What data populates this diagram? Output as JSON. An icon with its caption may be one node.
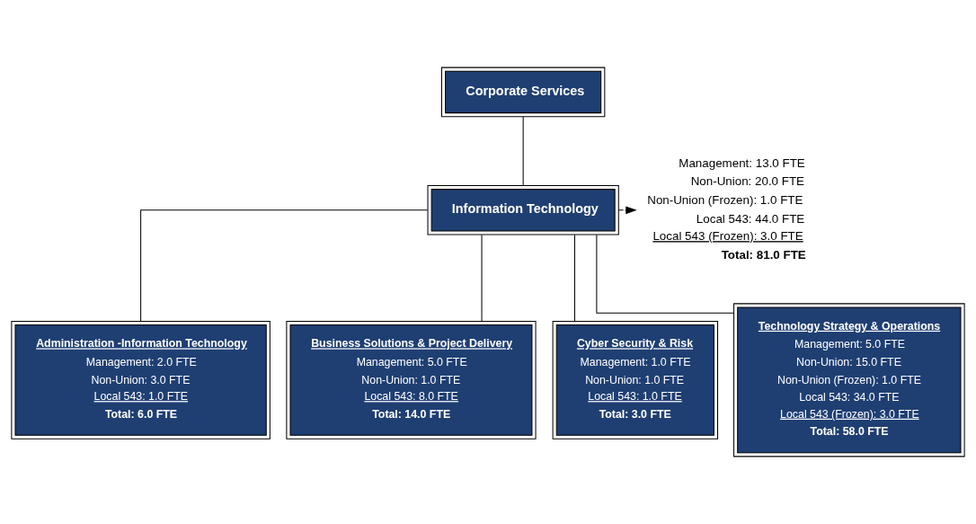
{
  "diagram": {
    "nodes": [
      {
        "text": [
          "Corporate Services"
        ]
      },
      {
        "text": [
          "Information Technology"
        ]
      },
      {
        "text": [
          "Management: 13.0 FTE",
          "Non-Union: 20.0 FTE",
          "Non-Union (Frozen): 1.0 FTE",
          "Local 543: 44.0 FTE",
          "Local 543 (Frozen): 3.0 FTE",
          "Total: 81.0 FTE"
        ]
      },
      {
        "text": [
          "Administration -Information Technology",
          "Management: 2.0 FTE",
          "Non-Union: 3.0 FTE",
          "Local 543: 1.0 FTE",
          "Total: 6.0 FTE"
        ]
      },
      {
        "text": [
          "Business Solutions & Project Delivery",
          "Management: 5.0 FTE",
          "Non-Union: 1.0 FTE",
          "Local 543: 8.0 FTE",
          "Total: 14.0 FTE"
        ]
      },
      {
        "text": [
          "Cyber Security & Risk",
          "Management: 1.0 FTE",
          "Non-Union: 1.0 FTE",
          "Local 543: 1.0 FTE",
          "Total: 3.0 FTE"
        ]
      },
      {
        "text": [
          "Technology Strategy & Operations",
          "Management: 5.0 FTE",
          "Non-Union: 15.0 FTE",
          "Non-Union (Frozen): 1.0 FTE",
          "Local 543: 34.0 FTE",
          "Local 543 (Frozen): 3.0 FTE",
          "Total: 58.0 FTE"
        ]
      }
    ],
    "edges": [
      {
        "from": 0,
        "to": 1,
        "arrow": "none"
      },
      {
        "from": 1,
        "to": 2,
        "arrow": "to",
        "style": "dashed"
      },
      {
        "from": 1,
        "to": 3,
        "arrow": "none"
      },
      {
        "from": 1,
        "to": 4,
        "arrow": "none"
      },
      {
        "from": 1,
        "to": 5,
        "arrow": "none"
      },
      {
        "from": 1,
        "to": 6,
        "arrow": "none"
      }
    ]
  }
}
